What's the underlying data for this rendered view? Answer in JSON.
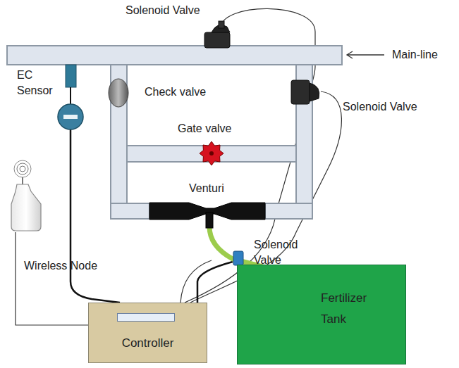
{
  "diagram": {
    "nodes": [
      {
        "text": [
          "Controller"
        ]
      },
      {
        "text": [
          "Fertilizer Tank"
        ]
      }
    ],
    "labels": [
      "Solenoid Valve",
      "Main-line",
      "Check valve",
      "Solenoid Valve",
      "EC Sensor",
      "Gate valve",
      "Venturi",
      "Solenoid Valve",
      "Wireless Node"
    ]
  }
}
